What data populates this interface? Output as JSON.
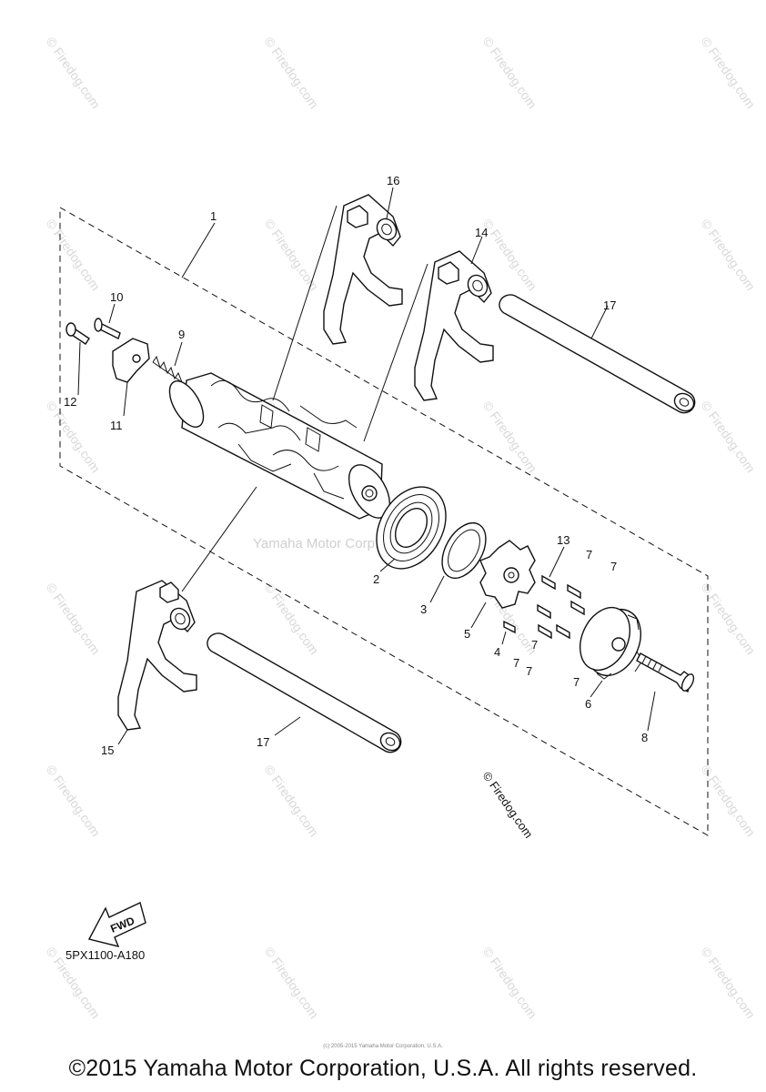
{
  "diagram": {
    "code": "5PX1100-A180",
    "fwd_label": "FWD",
    "center_watermark": "Yamaha Motor Corp., U.S.A.",
    "firedog_watermark": "© Firedog.com",
    "callouts": [
      "1",
      "2",
      "3",
      "4",
      "5",
      "6",
      "7",
      "7",
      "7",
      "7",
      "7",
      "7",
      "8",
      "9",
      "10",
      "11",
      "12",
      "13",
      "14",
      "15",
      "16",
      "17",
      "17"
    ]
  },
  "footer": {
    "copyright": "©2015 Yamaha Motor Corporation, U.S.A. All rights reserved.",
    "small_copyright": "(c) 2005-2015 Yamaha Motor Corporation, U.S.A."
  }
}
